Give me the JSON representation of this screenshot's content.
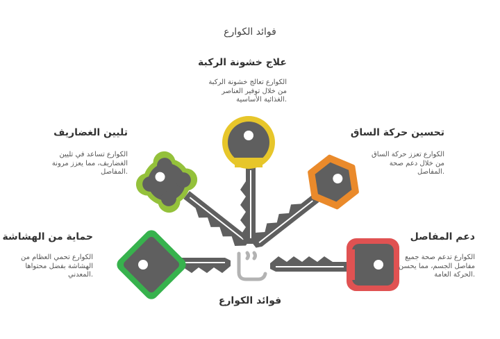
{
  "title": "فوائد الكوارع",
  "center_label": "فوائد الكوارع",
  "colors": {
    "key_body": "#5f5f5f",
    "green": "#37b24d",
    "lime": "#94c13b",
    "yellow": "#e7c62a",
    "orange": "#ea8a2b",
    "red": "#e05252",
    "center_icon": "#b3b3b3"
  },
  "items": [
    {
      "heading": "حماية من الهشاشة",
      "desc": [
        "الكوارع تحمي العظام من",
        "الهشاشة بفضل محتواها",
        "المعدني."
      ]
    },
    {
      "heading": "تليين الغضاريف",
      "desc": [
        "الكوارع تساعد في تليين",
        "الغضاريف، مما يعزز مرونة",
        "المفاصل."
      ]
    },
    {
      "heading": "علاج خشونة الركبة",
      "desc": [
        "الكوارع تعالج خشونة الركبة",
        "من خلال توفير العناصر",
        "الغذائية الأساسية."
      ]
    },
    {
      "heading": "تحسين حركة الساق",
      "desc": [
        "الكوارع تعزز حركة الساق",
        "من خلال دعم صحة",
        "المفاصل."
      ]
    },
    {
      "heading": "دعم المفاصل",
      "desc": [
        "الكوارع تدعم صحة جميع",
        "مفاصل الجسم، مما يحسن",
        "الحركة العامة."
      ]
    }
  ]
}
